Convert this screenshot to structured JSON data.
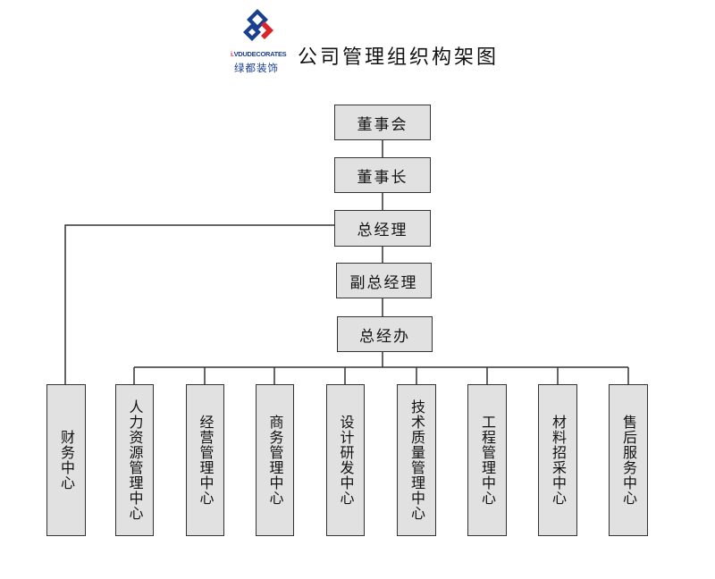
{
  "logo": {
    "brand_en": "VDUDECORATES",
    "brand_cn": "绿都装饰",
    "icon": "vdu-logo-icon",
    "colors": {
      "blue": "#1a3f8f",
      "red": "#d9252a",
      "white": "#ffffff"
    }
  },
  "title": "公司管理组织构架图",
  "chain": [
    {
      "id": "board",
      "label": "董事会"
    },
    {
      "id": "chairman",
      "label": "董事长"
    },
    {
      "id": "gm",
      "label": "总经理"
    },
    {
      "id": "deputy-gm",
      "label": "副总经理"
    },
    {
      "id": "gm-office",
      "label": "总经办"
    }
  ],
  "departments": [
    {
      "id": "finance",
      "label": "财务中心"
    },
    {
      "id": "hr",
      "label": "人力资源管理中心"
    },
    {
      "id": "operations",
      "label": "经营管理中心"
    },
    {
      "id": "business",
      "label": "商务管理中心"
    },
    {
      "id": "design",
      "label": "设计研发中心"
    },
    {
      "id": "quality",
      "label": "技术质量管理中心"
    },
    {
      "id": "engineering",
      "label": "工程管理中心"
    },
    {
      "id": "procurement",
      "label": "材料招采中心"
    },
    {
      "id": "aftersales",
      "label": "售后服务中心"
    }
  ],
  "style": {
    "box_fill": "#e1e1e1",
    "border": "#333333",
    "line": "#333333"
  }
}
